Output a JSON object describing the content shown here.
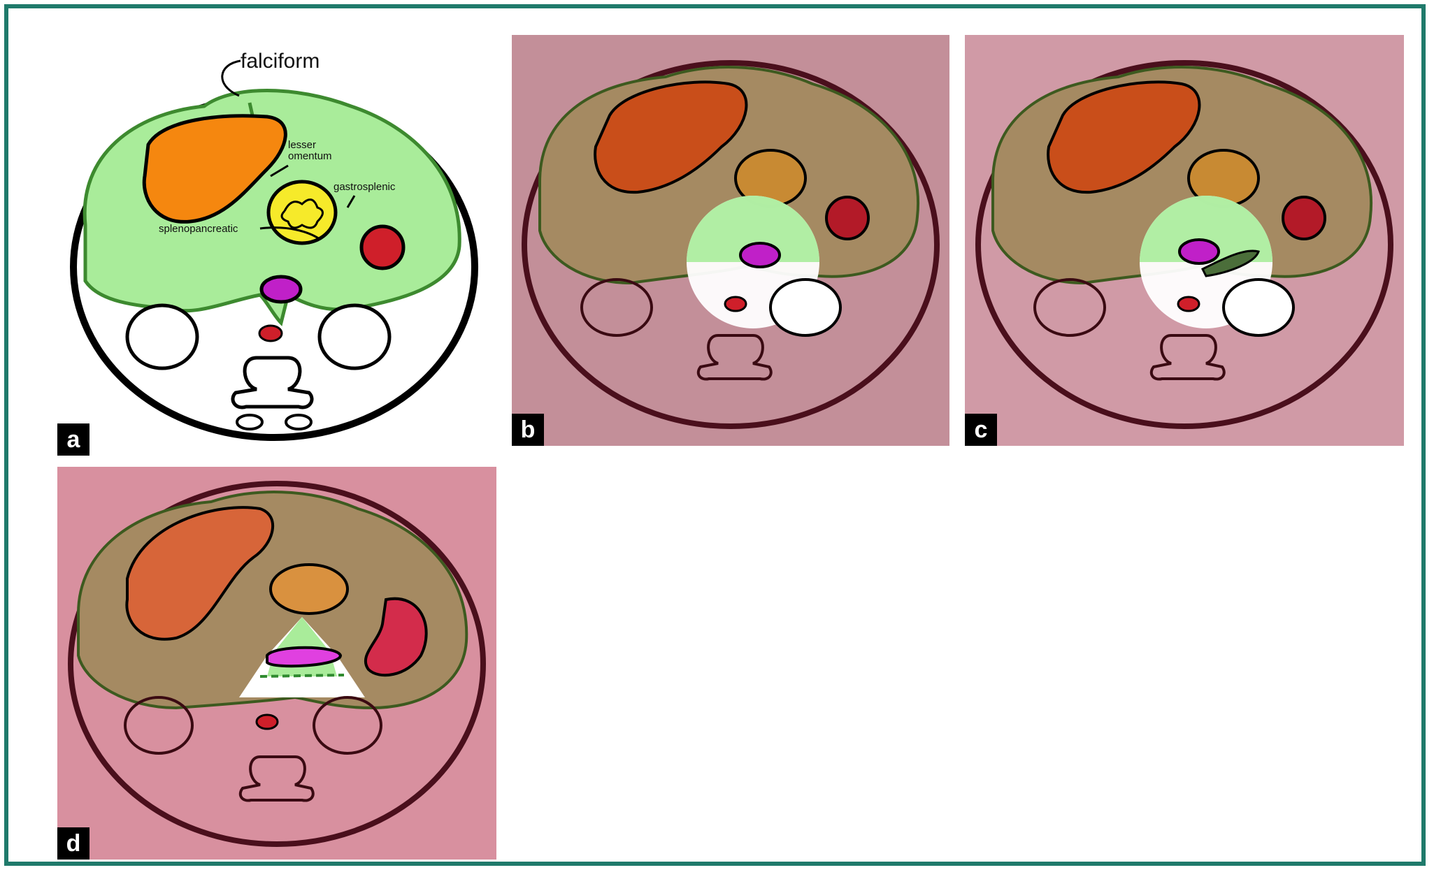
{
  "panels": [
    {
      "id": "a",
      "label": "a"
    },
    {
      "id": "b",
      "label": "b"
    },
    {
      "id": "c",
      "label": "c"
    },
    {
      "id": "d",
      "label": "d"
    }
  ],
  "annotations": {
    "falciform": "falciform",
    "lesser_omentum_line1": "lesser",
    "lesser_omentum_line2": "omentum",
    "gastrosplenic": "gastrosplenic",
    "splenopancreatic": "splenopancreatic"
  },
  "colors": {
    "frame": "#1f7a6b",
    "peritoneum_green": "#a9ec9a",
    "liver_orange": "#f5870f",
    "stomach_yellow": "#f6ea2a",
    "spleen_red": "#cf1f2a",
    "pancreas_magenta": "#c020c8",
    "overlay_pink": "#c38f99",
    "overlay_tan": "#a58a62"
  }
}
